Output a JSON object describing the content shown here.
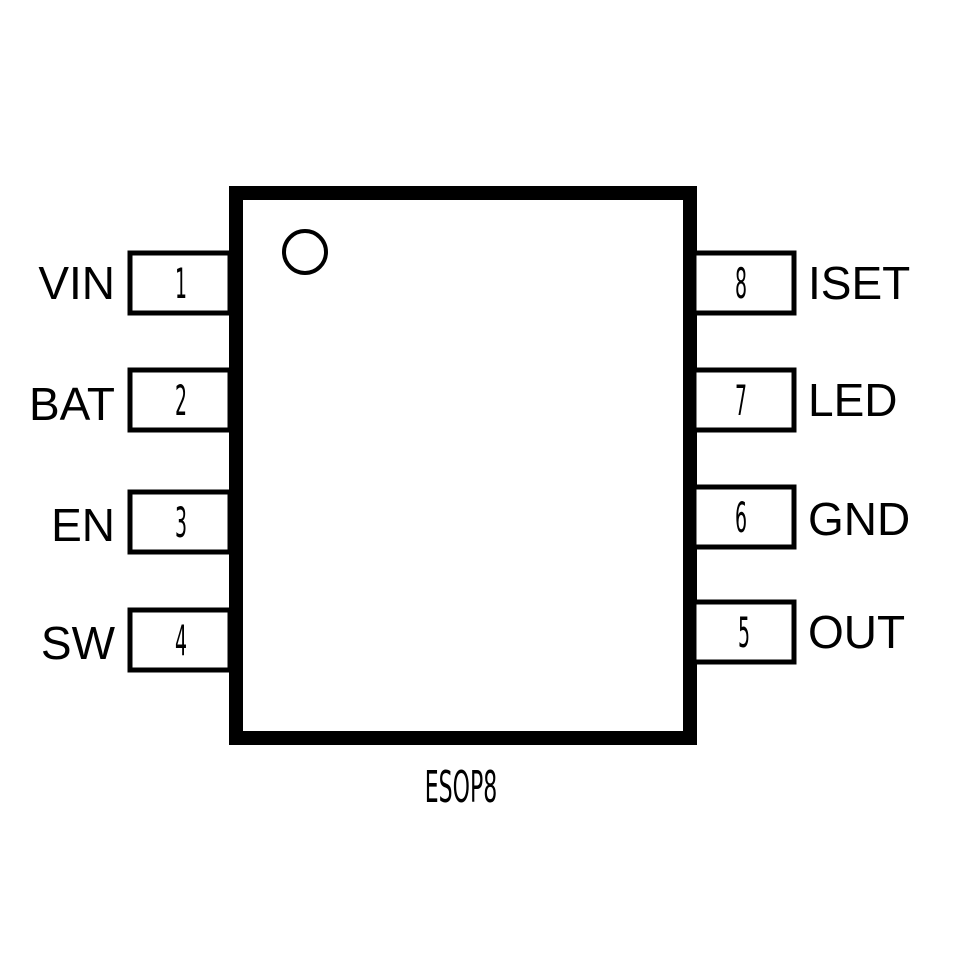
{
  "package": {
    "name": "ESOP8"
  },
  "pins": {
    "left": [
      {
        "number": "1",
        "label": "VIN"
      },
      {
        "number": "2",
        "label": "BAT"
      },
      {
        "number": "3",
        "label": "EN"
      },
      {
        "number": "4",
        "label": "SW"
      }
    ],
    "right": [
      {
        "number": "8",
        "label": "ISET"
      },
      {
        "number": "7",
        "label": "LED"
      },
      {
        "number": "6",
        "label": "GND"
      },
      {
        "number": "5",
        "label": "OUT"
      }
    ]
  }
}
